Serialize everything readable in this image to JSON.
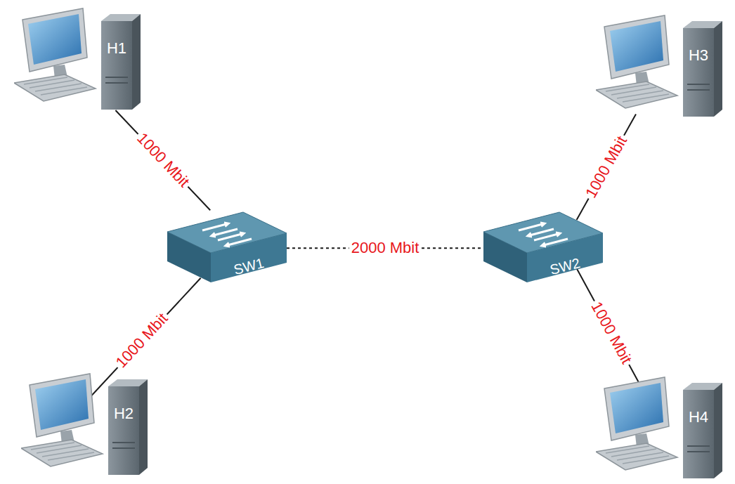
{
  "diagram": {
    "nodes": [
      {
        "text": [
          "H1"
        ]
      },
      {
        "text": [
          "H3"
        ]
      },
      {
        "text": [
          "SW1"
        ]
      },
      {
        "text": [
          "SW2"
        ]
      },
      {
        "text": [
          "H2"
        ]
      },
      {
        "text": [
          "H4"
        ]
      }
    ],
    "edges": [
      {
        "from": 0,
        "to": 2,
        "arrow": "none",
        "label": "1000 Mbit"
      },
      {
        "from": 2,
        "to": 3,
        "arrow": "none",
        "label": "2000 Mbit"
      },
      {
        "from": 3,
        "to": 1,
        "arrow": "none",
        "label": "1000 Mbit"
      },
      {
        "from": 2,
        "to": 4,
        "arrow": "none",
        "label": "1000 Mbit"
      },
      {
        "from": 3,
        "to": 5,
        "arrow": "none",
        "label": "1000 Mbit"
      }
    ]
  }
}
